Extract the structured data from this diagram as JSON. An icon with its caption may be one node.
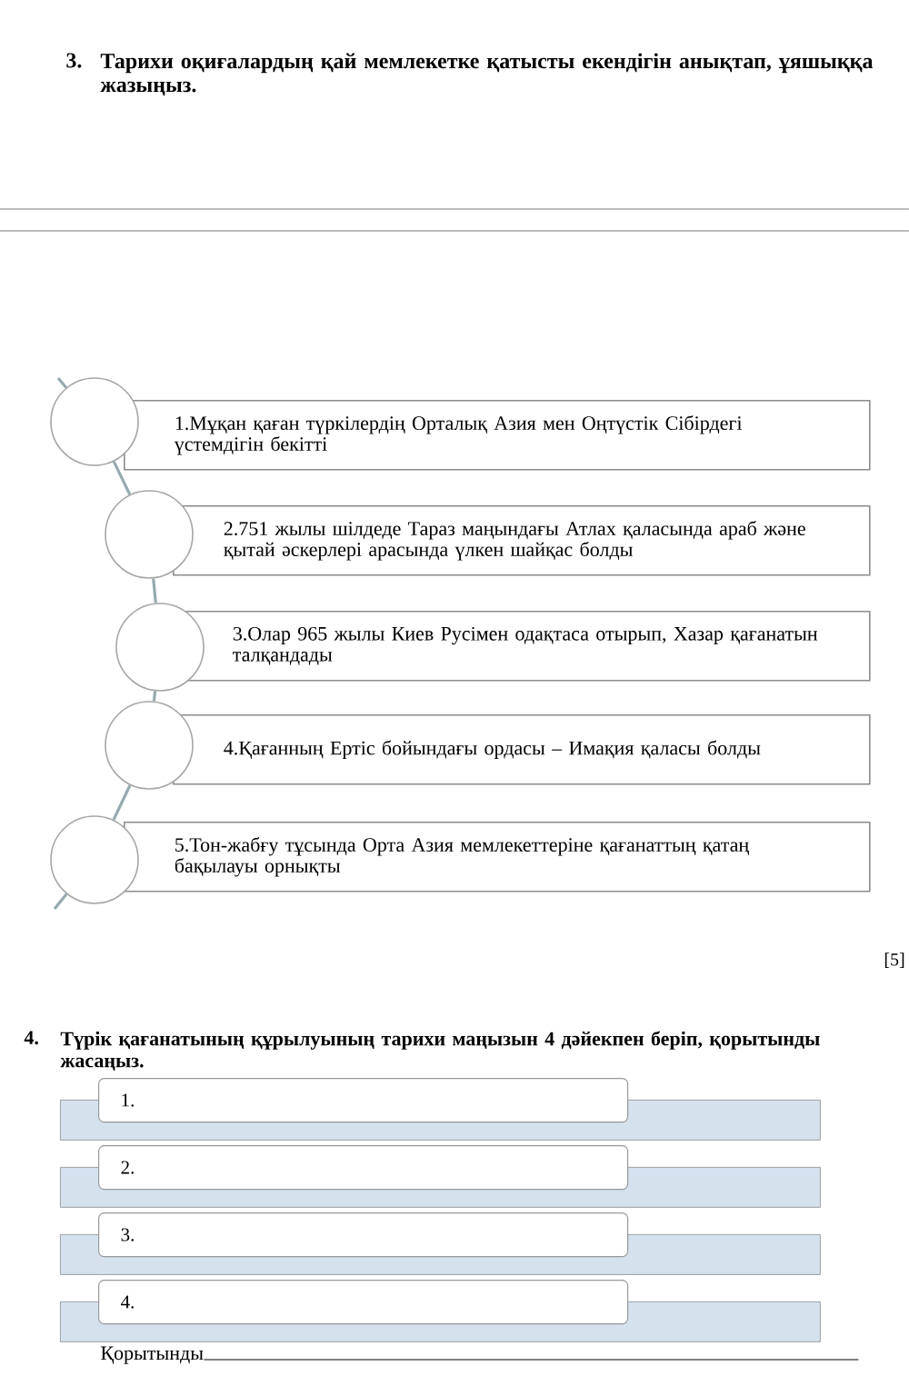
{
  "diagram": {
    "title": "Тарихи оқиғалардың қай мемлекетке қатысты екендігін анықтап, ұяшыққа жазыңыз.",
    "nodes": [
      {
        "text": [],
        "shape": "circle"
      },
      {
        "text": [
          "1.Мұқан қаған түркілердің Орталық Азия мен Оңтүстік Сібірдегі үстемдігін бекітті"
        ]
      },
      {
        "text": [],
        "shape": "circle"
      },
      {
        "text": [
          "2.751 жылы шілдеде Тараз маңындағы Атлах қаласында араб және қытай әскерлері арасында үлкен шайқас болды"
        ]
      },
      {
        "text": [],
        "shape": "circle"
      },
      {
        "text": [
          "3.Олар 965 жылы Киев Русімен одақтаса отырып, Хазар қағанатын талқандады"
        ]
      },
      {
        "text": [],
        "shape": "circle"
      },
      {
        "text": [
          "4.Қағанның Ертіс бойындағы ордасы – Имақия қаласы болды"
        ]
      },
      {
        "text": [],
        "shape": "circle"
      },
      {
        "text": [
          "5.Тон-жабғу тұсында Орта Азия мемлекеттеріне қағанаттың қатаң бақылауы орнықты"
        ]
      },
      {
        "text": [],
        "shape": "bar"
      },
      {
        "text": [
          "1."
        ]
      },
      {
        "text": [],
        "shape": "bar"
      },
      {
        "text": [
          "2."
        ]
      },
      {
        "text": [],
        "shape": "bar"
      },
      {
        "text": [
          "3."
        ]
      },
      {
        "text": [],
        "shape": "bar"
      },
      {
        "text": [
          "4."
        ]
      }
    ],
    "edges": [
      {
        "from": null,
        "to": 0,
        "arrow": "none"
      },
      {
        "from": 0,
        "to": 2,
        "arrow": "none"
      },
      {
        "from": 2,
        "to": 4,
        "arrow": "none"
      },
      {
        "from": 4,
        "to": 6,
        "arrow": "none"
      },
      {
        "from": 6,
        "to": 8,
        "arrow": "none"
      },
      {
        "from": 8,
        "to": null,
        "arrow": "none"
      }
    ],
    "labels": [
      "3.",
      "[5]",
      "4.",
      "Түрік қағанатының құрылуының тарихи маңызын 4 дәйекпен беріп, қорытынды жасаңыз.",
      "Қорытынды"
    ]
  }
}
